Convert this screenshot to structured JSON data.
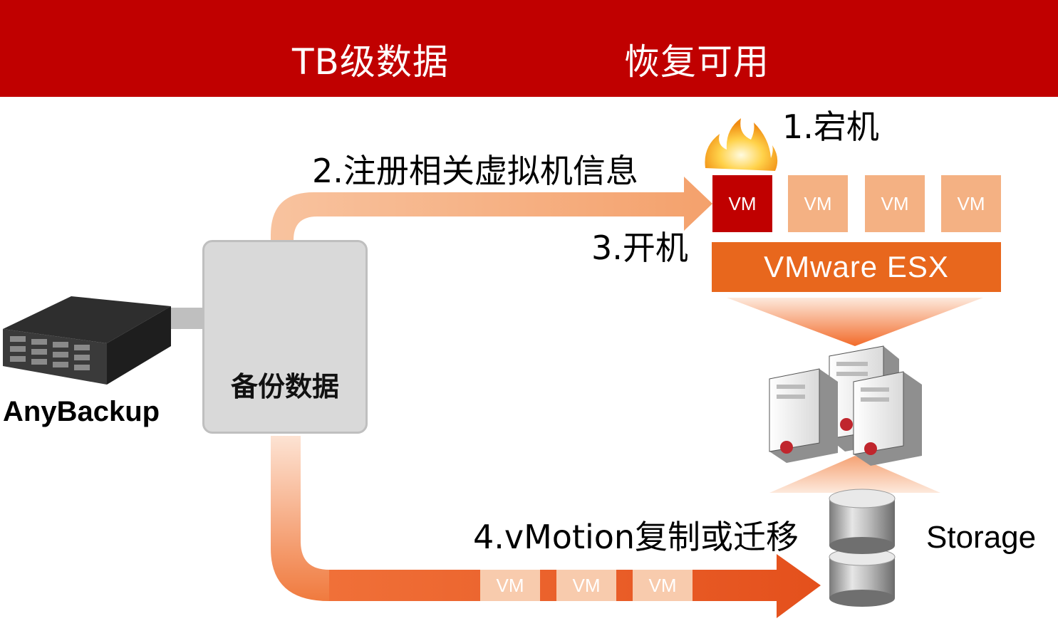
{
  "header": {
    "left_title": "TB级数据",
    "right_title": "恢复可用"
  },
  "steps": {
    "crash": "1.宕机",
    "register": "2.注册相关虚拟机信息",
    "power_on": "3.开机",
    "migrate": "4.vMotion复制或迁移"
  },
  "vms": {
    "top": [
      "VM",
      "VM",
      "VM",
      "VM"
    ],
    "bottom": [
      "VM",
      "VM",
      "VM"
    ]
  },
  "esx_label": "VMware ESX",
  "backup_label": "备份数据",
  "anybackup_label": "AnyBackup",
  "storage_label": "Storage",
  "colors": {
    "header": "#c00000",
    "crashed_vm": "#c00000",
    "vm": "#f4b183",
    "esx": "#e8671d",
    "arrow_light": "#f8cbad",
    "arrow_dark": "#e85a1e"
  }
}
